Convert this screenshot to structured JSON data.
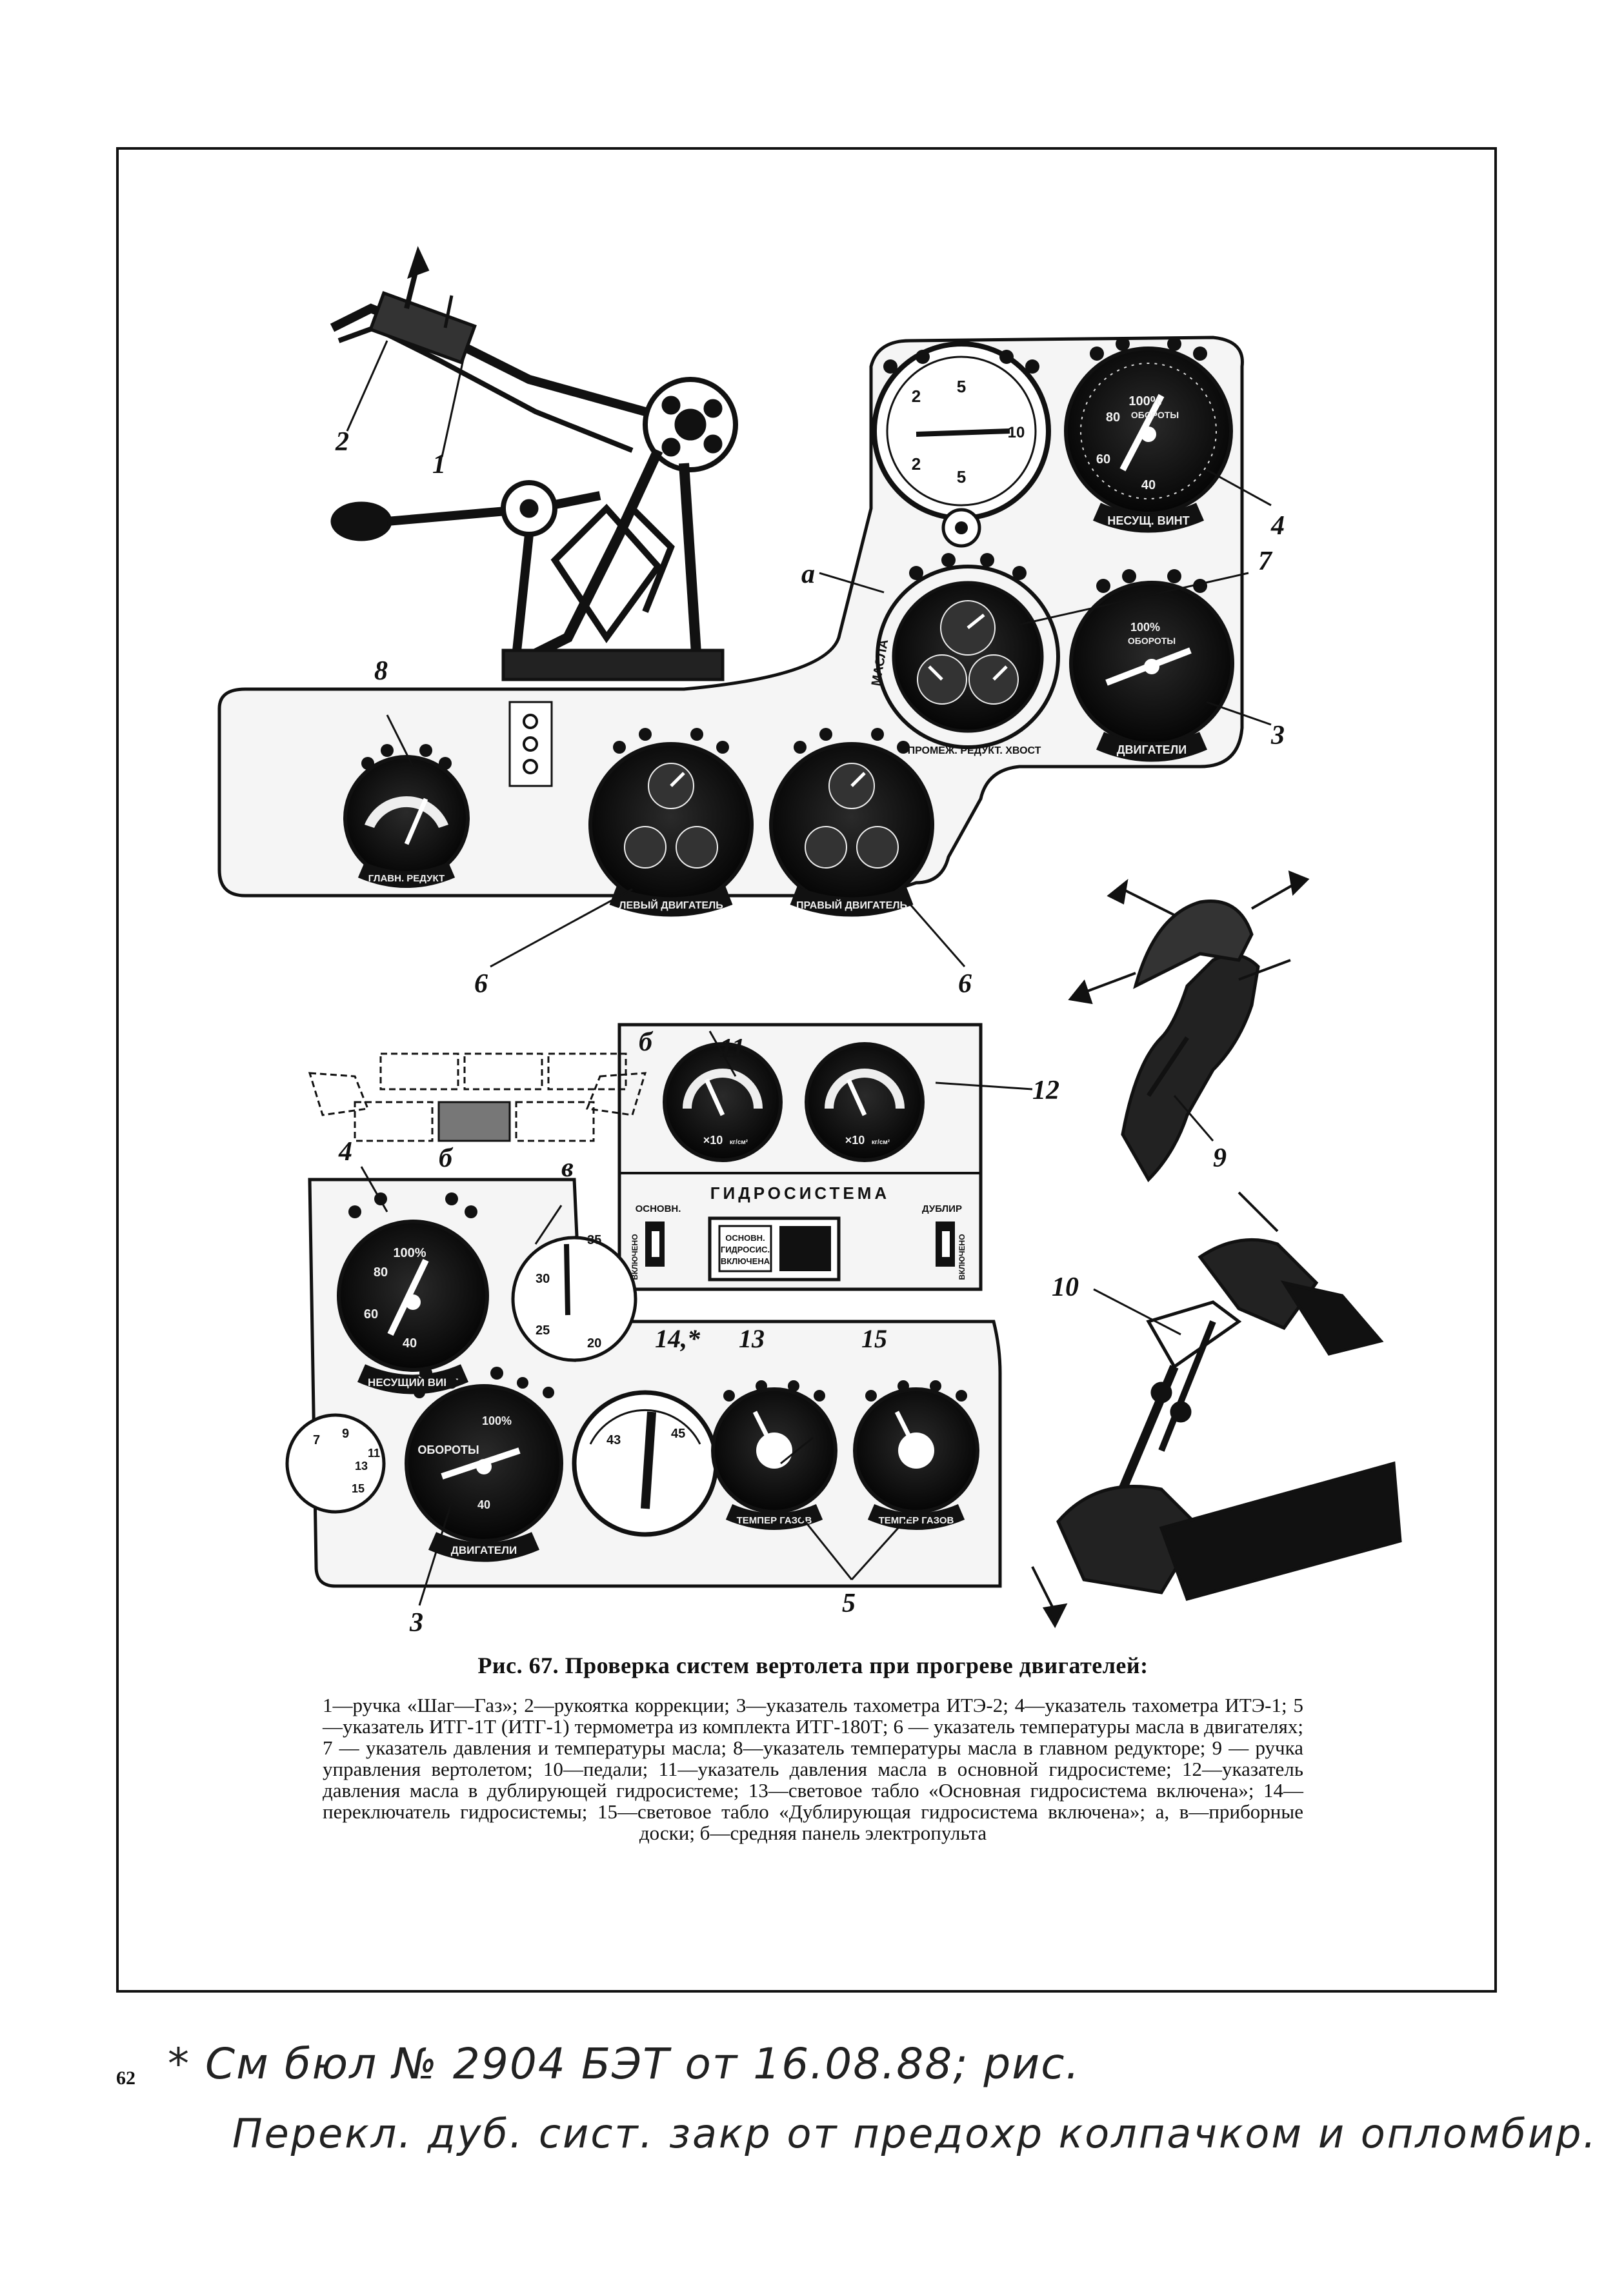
{
  "figure": {
    "callouts": {
      "n1": "1",
      "n2": "2",
      "n3_top": "3",
      "n3_bottom": "3",
      "n4_top": "4",
      "n4_bottom": "4",
      "n5": "5",
      "n6_left": "6",
      "n6_right": "6",
      "n7": "7",
      "n8": "8",
      "n9": "9",
      "n10": "10",
      "n11": "11",
      "n12": "12",
      "n13": "13",
      "n14": "14,*",
      "n15": "15",
      "a": "а",
      "b_panel": "б",
      "b_small": "б",
      "v": "в"
    },
    "gauge_labels": {
      "nesushch_vint_top": "НЕСУЩ. ВИНТ",
      "dvigateli_top": "ДВИГАТЕЛИ",
      "glavn_redukt": "ГЛАВН. РЕДУКТ",
      "levyi_dvigatel": "ЛЕВЫЙ ДВИГАТЕЛЬ",
      "pravyi_dvigatel": "ПРАВЫЙ ДВИГАТЕЛЬ",
      "prom_redukt": "ПРОМЕЖ. РЕДУКТ. ХВОСТ",
      "masla": "МАСЛА",
      "gidrosistema": "ГИДРОСИСТЕМА",
      "osnovn": "ОСНОВН.",
      "dublir": "ДУБЛИР",
      "vklyucheno": "ВКЛЮЧЕНО",
      "tablo_osn_1": "ОСНОВН.",
      "tablo_osn_2": "ГИДРОСИС.",
      "tablo_osn_3": "ВКЛЮЧЕНА",
      "nesushchii_vint": "НЕСУЩИЙ ВИНТ",
      "dvigateli_bottom": "ДВИГАТЕЛИ",
      "temper_gazov_1": "ТЕМПЕР ГАЗОВ",
      "temper_gazov_2": "ТЕМПЕР ГАЗОВ",
      "x10_1": "×10",
      "x10_2": "×10",
      "kg_cm": "кг/см²"
    },
    "dial_numbers": {
      "clock_top": "5",
      "clock_left_top": "2",
      "clock_left_bottom": "2",
      "clock_right": "10",
      "clock_bottom": "5",
      "tacho_100": "100%",
      "tacho_80": "80",
      "tacho_60": "60",
      "tacho_40": "40",
      "tacho_obor": "ОБОРОТЫ",
      "therm_35": "35",
      "therm_30": "30",
      "therm_25": "25",
      "therm_20": "20",
      "small_7": "7",
      "small_9": "9",
      "small_13": "13",
      "small_15": "15",
      "small_11": "11",
      "itg_43": "43",
      "itg_45": "45"
    }
  },
  "caption": {
    "title": "Рис. 67. Проверка систем вертолета при прогреве двигателей:",
    "body": "1—ручка «Шаг—Газ»; 2—рукоятка коррекции; 3—указатель тахометра ИТЭ-2; 4—указатель тахометра ИТЭ-1; 5—указатель ИТГ-1Т (ИТГ-1) термометра из комплекта ИТГ-180Т; 6 — указатель температуры масла в двигателях; 7 — указатель давления и температуры масла; 8—указатель температуры масла в главном редукторе; 9 — ручка управления вертолетом; 10—педали; 11—указатель давления масла в основной гидросистеме; 12—указатель давления масла в дублирующей гидросистеме; 13—световое табло «Основная гидросистема включена»; 14—переключатель гидросистемы; 15—световое табло «Дублирующая гидросистема включена»; а, в—приборные доски; б—средняя панель электропульта"
  },
  "page_number": "62",
  "handwritten": {
    "line1": "* См бюл № 2904 БЭТ от 16.08.88; рис.",
    "line2": "Перекл. дуб. сист. закр от предохр колпачком и опломбир."
  }
}
